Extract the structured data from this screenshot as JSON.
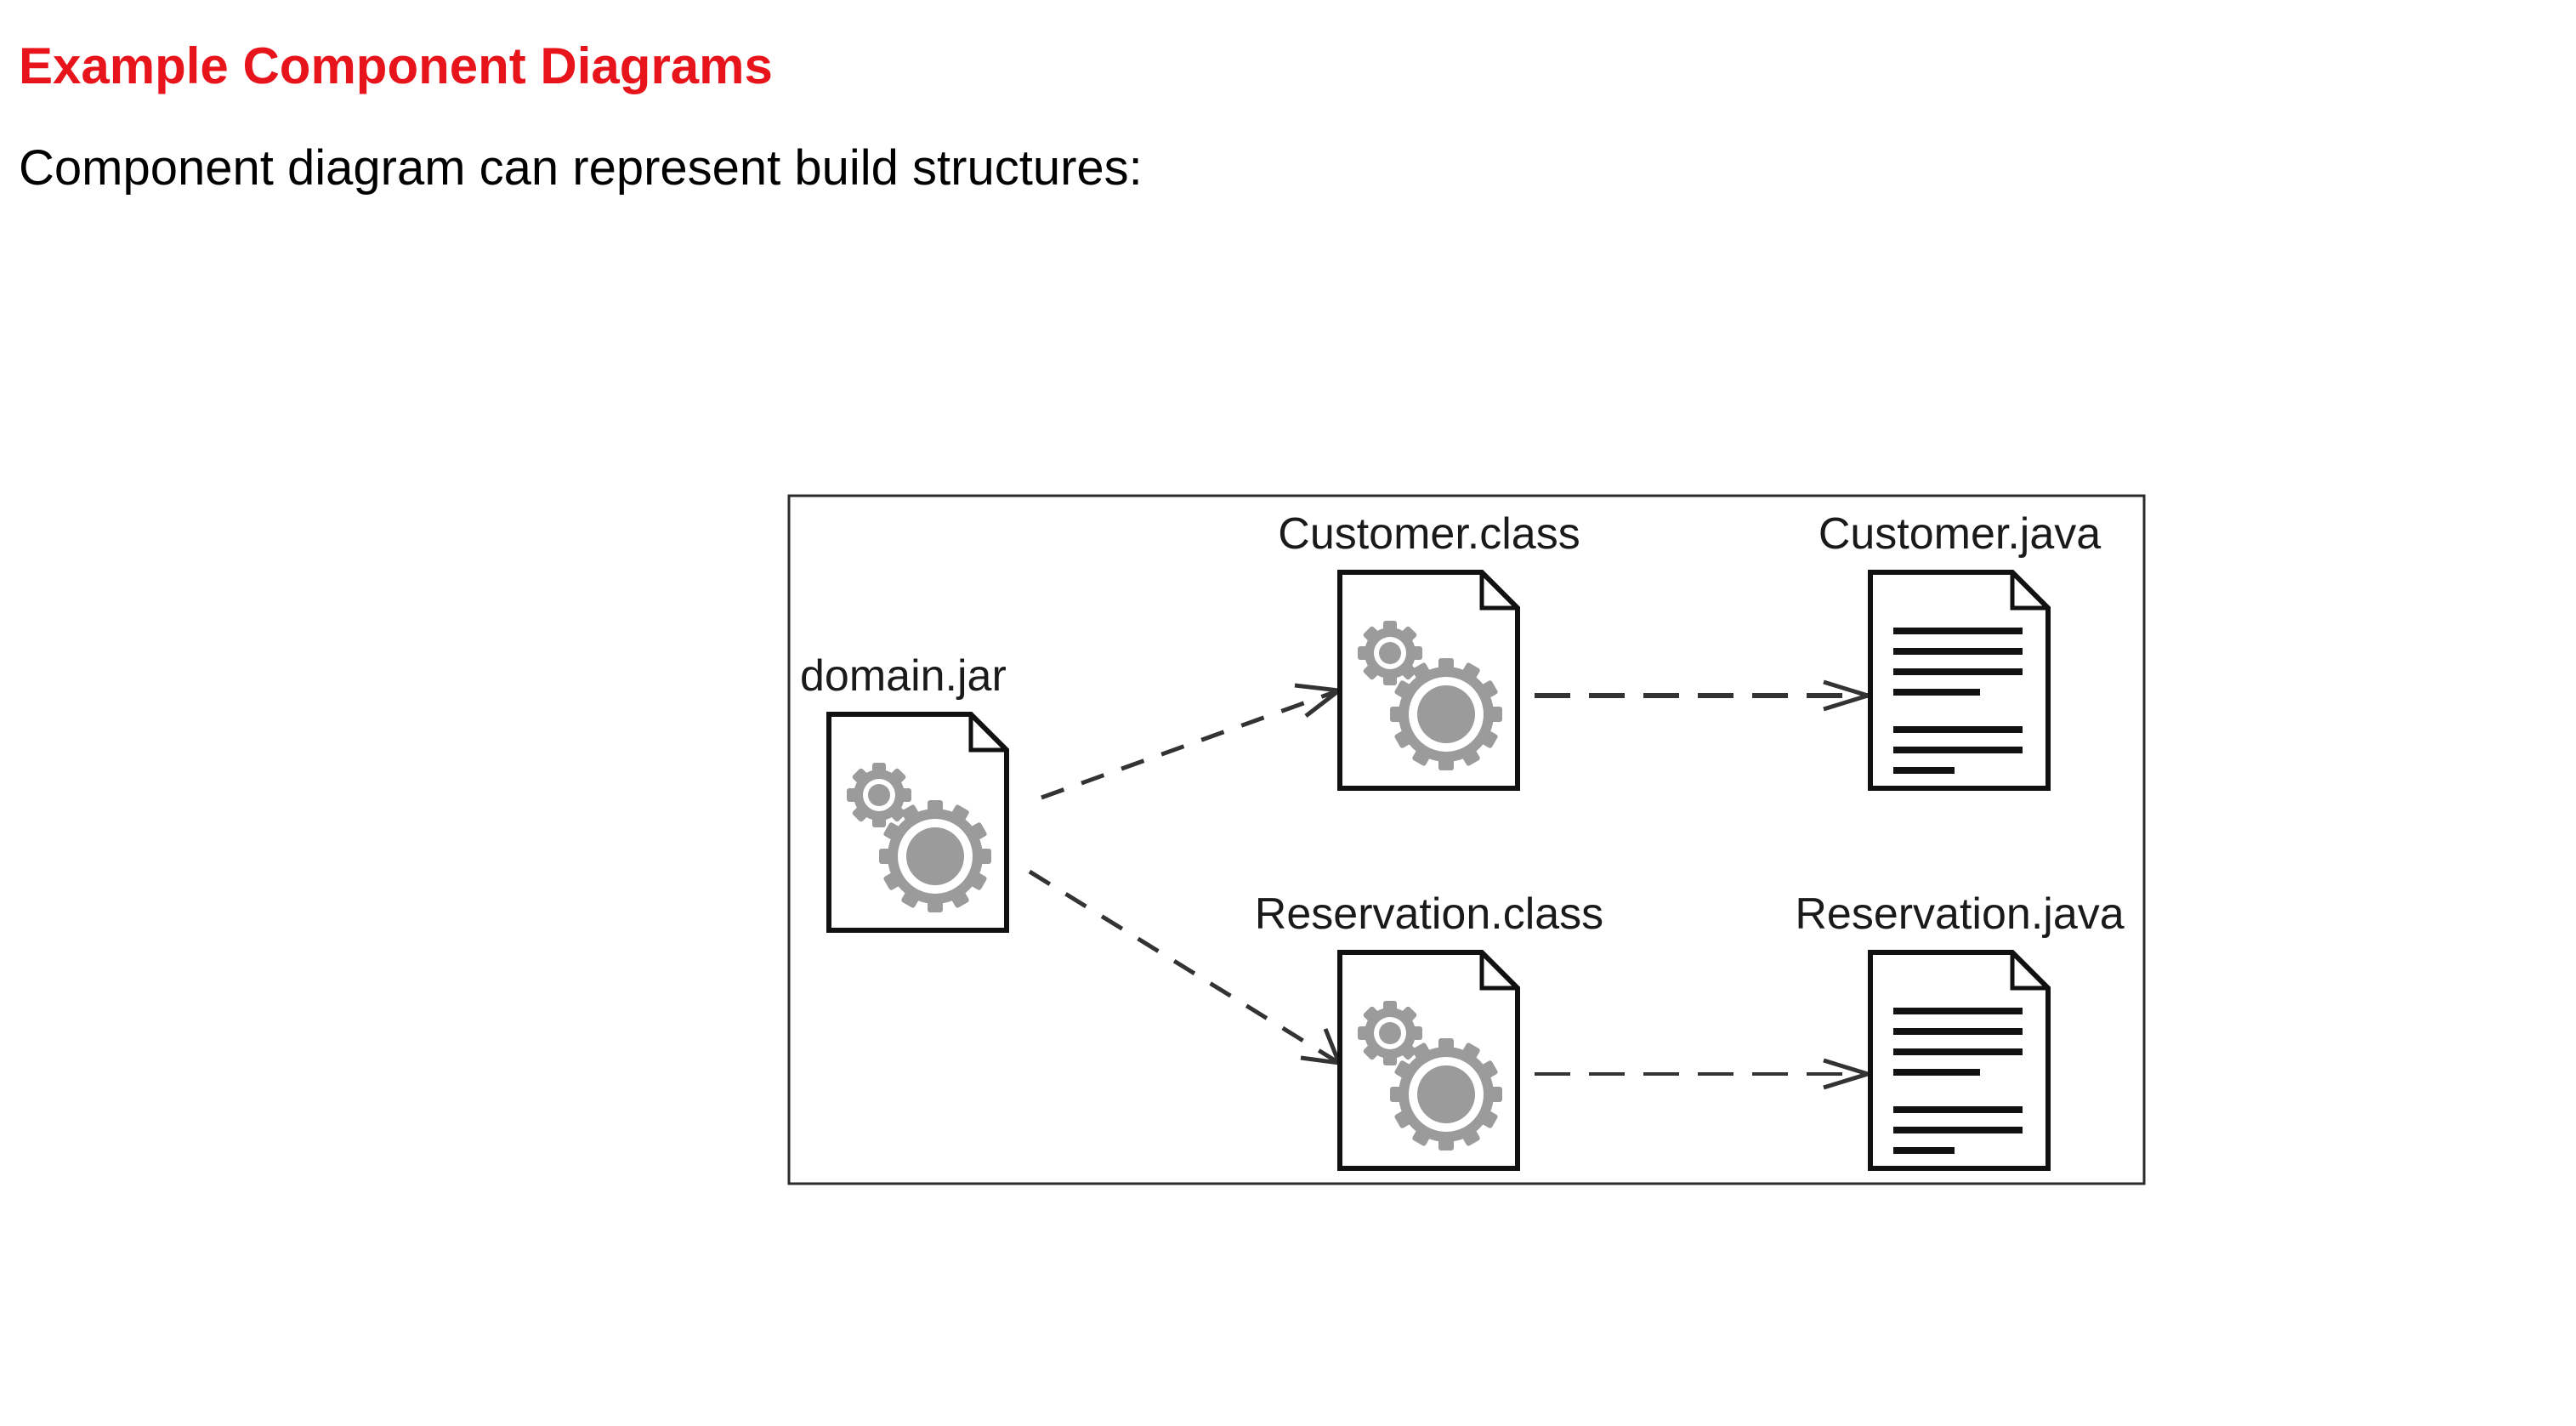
{
  "page": {
    "title": "Example Component Diagrams",
    "subtitle": "Component diagram can represent build structures:"
  },
  "colors": {
    "title": "#e8141b",
    "text": "#000000",
    "gear": "#9b9b9b",
    "line": "#1a1a1a",
    "arrow": "#333333"
  },
  "diagram": {
    "nodes": [
      {
        "id": "domain-jar",
        "label": "domain.jar",
        "icon": "gears-file-icon"
      },
      {
        "id": "customer-class",
        "label": "Customer.class",
        "icon": "gears-file-icon"
      },
      {
        "id": "reservation-class",
        "label": "Reservation.class",
        "icon": "gears-file-icon"
      },
      {
        "id": "customer-java",
        "label": "Customer.java",
        "icon": "text-document-icon"
      },
      {
        "id": "reservation-java",
        "label": "Reservation.java",
        "icon": "text-document-icon"
      }
    ],
    "edges": [
      {
        "from": "domain-jar",
        "to": "customer-class",
        "style": "dashed"
      },
      {
        "from": "domain-jar",
        "to": "reservation-class",
        "style": "dashed"
      },
      {
        "from": "customer-class",
        "to": "customer-java",
        "style": "dashed"
      },
      {
        "from": "reservation-class",
        "to": "reservation-java",
        "style": "dashed"
      }
    ]
  }
}
